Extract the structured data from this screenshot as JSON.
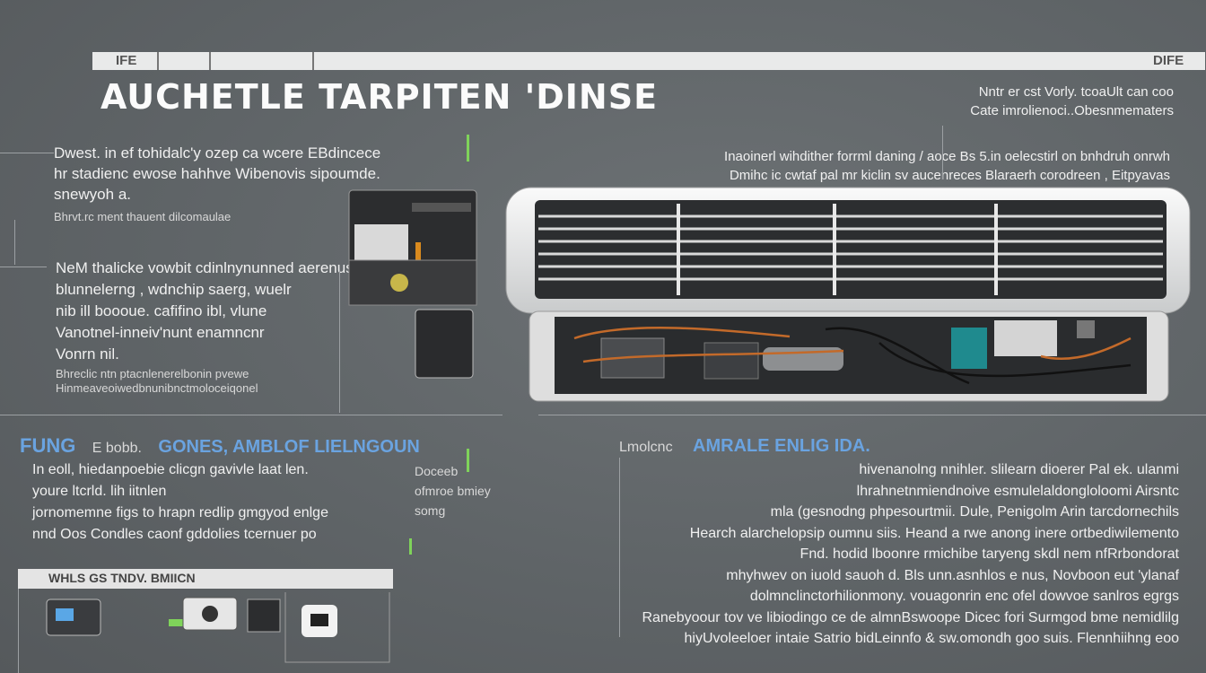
{
  "header": {
    "tab_left": "IFE",
    "tab_right": "DIFE",
    "title": "AUCHETLE TARPITEN 'DINSE"
  },
  "intro_right": [
    "Nntr er cst Vorly. tcoaUlt can coo",
    "Cate imrolienoci..Obesnmematers"
  ],
  "left_block": [
    "Dwest. in ef tohidalc'y ozep ca wcere EBdincece",
    "hr stadienc ewose hahhve Wibenovis sipoumde.",
    "snewyoh a.",
    "Bhrvt.rc ment thauent dilcomaulae"
  ],
  "left_block2": [
    "NeM thalicke vowbit cdinlnynunned aerenusmrn",
    "blunnelerng , wdnchip saerg, wuelr",
    "nib ill boooue. cafifino ibl, vlune",
    "Vanotnel-inneiv'nunt enamncnr",
    "Vonrn nil.",
    "Bhreclic ntn ptacnlenerelbonin pvewe",
    "Hinmeaveoiwedbnunibnctmoloceiqonel"
  ],
  "mid_caption": [
    "Inaoinerl wihdither forrml daning / aoce Bs 5.in oelecstirl on bnhdruh onrwh",
    "Dmihc ic cwtaf pal mr kiclin sv aucenreces Blaraerh corodreen , Eitpyavas"
  ],
  "section_left": {
    "heading_blue": "FUNG",
    "heading_small": "E bobb.",
    "heading_bold": "GONES, AMBLOF LIELNGOUN",
    "lines": [
      "In eoll, hiedanpoebie clicgn gavivle laat len.",
      "youre ltcrld. lih iitnlen",
      "jornomemne figs to hrapn redlip gmgyod enlge",
      "nnd Oos Condles caonf gddolies tcernuer po"
    ],
    "side": [
      "Doceeb",
      "ofmroe bmiey",
      "somg"
    ]
  },
  "section_right": {
    "heading_small": "Lmolcnc",
    "heading_bold": "AMRALE ENLIG IDA.",
    "lines": [
      "hivenanolng nnihler. slilearn dioerer Pal ek. ulanmi",
      "lhrahnetnmiendnoive esmulelaldongloloomi Airsntc",
      "mla (gesnodng phpesourtmii. Dule, Penigolm Arin tarcdornechils",
      "Hearch alarchelopsip oumnu siis. Heand a rwe anong inere ortbediwilemento",
      "Fnd. hodid lboonre rmichibe taryeng skdl nem nfRrbondorat",
      "mhyhwev on iuold sauoh d. Bls unn.asnhlos e nus, Novboon eut 'ylanaf",
      "dolmnclinctorhilionmony. vouagonrin enc ofel dowvoe sanlros egrgs",
      "Ranebyoour tov ve libiodingo ce de almnBswoope Dicec fori Surmgod bme nemidlilg",
      "hiyUvoleeloer intaie Satrio bidLeinnfo & sw.omondh goo suis. Flennhiihng eoo"
    ]
  },
  "tray": {
    "label": "WHLS GS TNDV. BMIICN"
  },
  "colors": {
    "accent_blue": "#6aa3e0",
    "accent_green": "#7fd35a"
  }
}
